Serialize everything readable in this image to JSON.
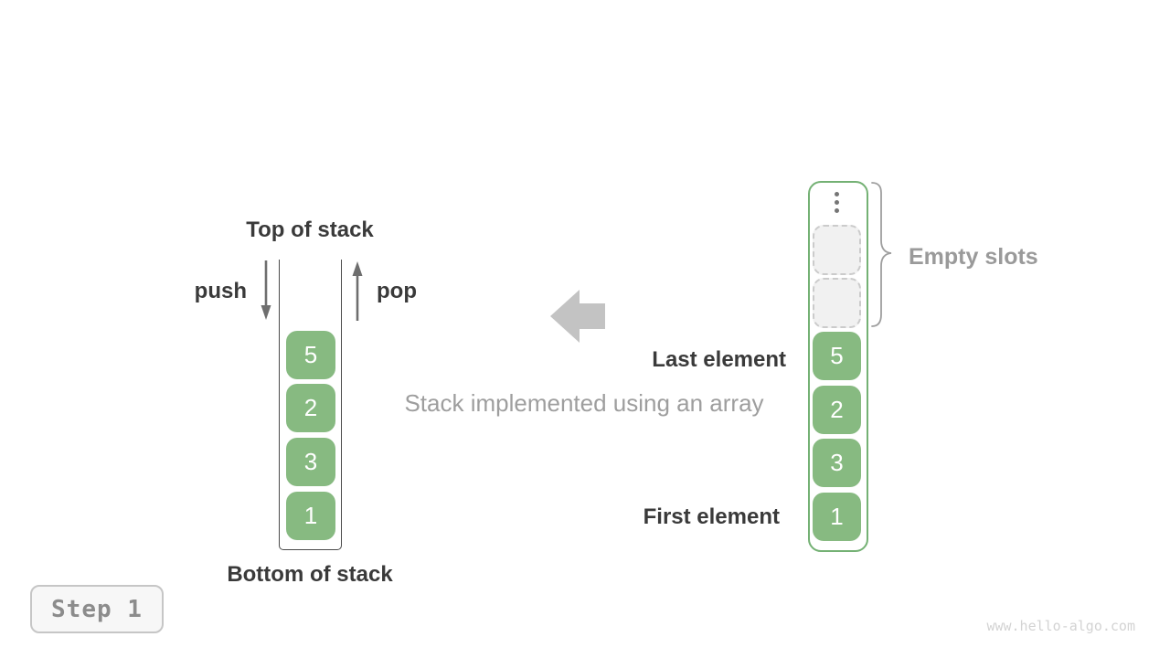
{
  "left_stack": {
    "title": "Top of stack",
    "bottom_title": "Bottom of stack",
    "push_label": "push",
    "pop_label": "pop",
    "elements": [
      "5",
      "2",
      "3",
      "1"
    ]
  },
  "center": {
    "caption": "Stack implemented using an array"
  },
  "right_array": {
    "empty_slots_label": "Empty slots",
    "last_element_label": "Last element",
    "first_element_label": "First element",
    "empty_slot_count": 2,
    "elements": [
      "5",
      "2",
      "3",
      "1"
    ]
  },
  "footer": {
    "step_label": "Step 1",
    "watermark": "www.hello-algo.com"
  },
  "colors": {
    "element_green": "#87ba81",
    "container_green_border": "#74b174",
    "dark_text": "#3a3a3a",
    "gray_text": "#9e9e9e",
    "big_arrow_gray": "#c3c3c3",
    "small_arrow_gray": "#6e6e6e",
    "slot_fill": "#f1f1f1",
    "slot_border": "#cbcbcb",
    "background": "#ffffff"
  }
}
